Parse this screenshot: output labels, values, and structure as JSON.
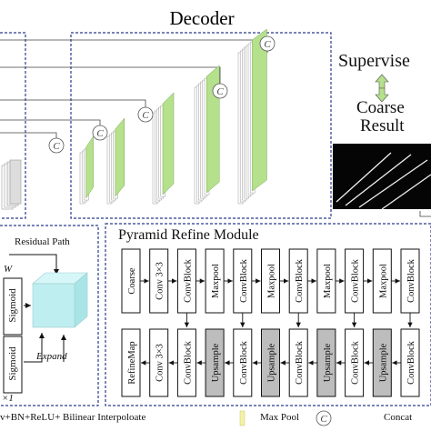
{
  "decoder": {
    "title": "Decoder",
    "concat_symbol": "C",
    "stages": [
      {
        "color": "#b5e08c"
      },
      {
        "color": "#b5e08c"
      },
      {
        "color": "#b5e08c"
      },
      {
        "color": "#b5e08c"
      },
      {
        "color": "#b5e08c"
      }
    ]
  },
  "supervise": {
    "label": "Supervise",
    "coarse_line1": "Coarse",
    "coarse_line2": "Result",
    "arrow_color": "#b5e08c"
  },
  "left_panel": {
    "residual_label": "Residual Path",
    "w_label": "W",
    "sigmoid_top": "Sigmoid",
    "sigmoid_bottom": "Sigmoid",
    "expand_label": "Expand",
    "x1_label": "×1",
    "cube_color": "#bfeef0"
  },
  "prm": {
    "title": "Pyramid Refine Module",
    "top_row": [
      {
        "label": "Coarse",
        "fill": "#ffffff"
      },
      {
        "label": "Conv 3×3",
        "fill": "#ffffff"
      },
      {
        "label": "ConvBlock",
        "fill": "#ffffff"
      },
      {
        "label": "Maxpool",
        "fill": "#ffffff"
      },
      {
        "label": "ConvBlock",
        "fill": "#ffffff"
      },
      {
        "label": "Maxpool",
        "fill": "#ffffff"
      },
      {
        "label": "ConvBlock",
        "fill": "#ffffff"
      },
      {
        "label": "Maxpool",
        "fill": "#ffffff"
      },
      {
        "label": "ConvBlock",
        "fill": "#ffffff"
      },
      {
        "label": "Maxpool",
        "fill": "#ffffff"
      },
      {
        "label": "ConvBlock",
        "fill": "#ffffff"
      }
    ],
    "bottom_row": [
      {
        "label": "RefineMap",
        "fill": "#ffffff"
      },
      {
        "label": "Conv 3×3",
        "fill": "#ffffff"
      },
      {
        "label": "ConvBlock",
        "fill": "#ffffff"
      },
      {
        "label": "Upsample",
        "fill": "#bdbdbd"
      },
      {
        "label": "ConvBlock",
        "fill": "#ffffff"
      },
      {
        "label": "Upsample",
        "fill": "#bdbdbd"
      },
      {
        "label": "ConvBlock",
        "fill": "#ffffff"
      },
      {
        "label": "Upsample",
        "fill": "#bdbdbd"
      },
      {
        "label": "ConvBlock",
        "fill": "#ffffff"
      },
      {
        "label": "Upsample",
        "fill": "#bdbdbd"
      },
      {
        "label": "ConvBlock",
        "fill": "#ffffff"
      }
    ]
  },
  "legend": {
    "item1": "v+BN+ReLU+ Bilinear Interpoloate",
    "item2": "Max Pool",
    "item3": "Concat"
  }
}
